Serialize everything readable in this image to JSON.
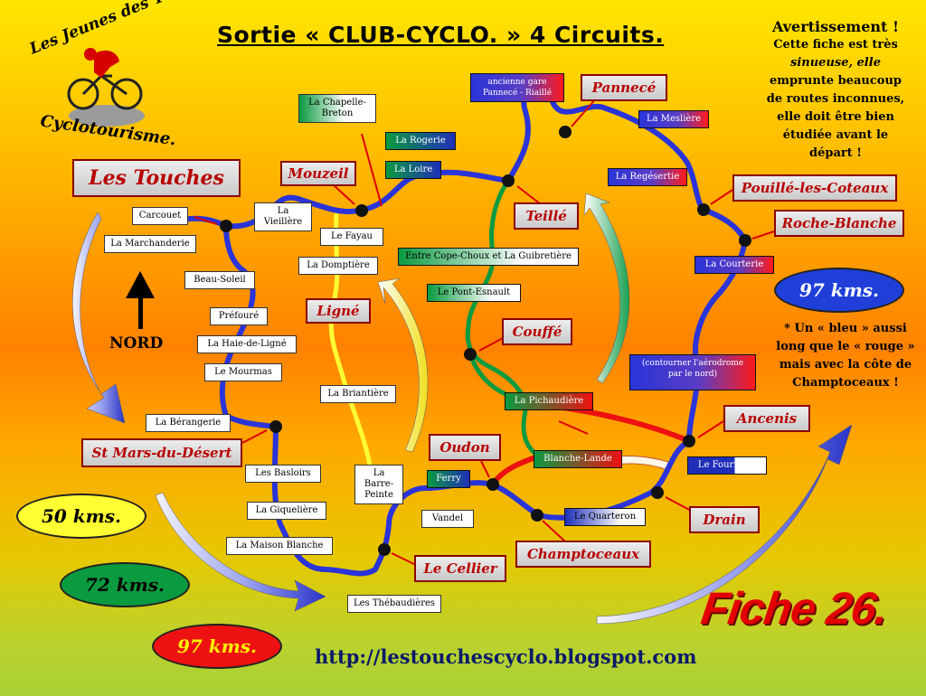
{
  "title": "Sortie « CLUB-CYCLO. » 4 Circuits.",
  "club_logo": {
    "line1": "Les Jeunes des Touches.",
    "line2": "Cyclotourisme."
  },
  "warning": {
    "heading": "Avertissement !",
    "l1": "Cette fiche est très",
    "l2": "sinueuse, elle",
    "l3": "emprunte beaucoup",
    "l4": "de routes inconnues,",
    "l5": "elle doit être bien",
    "l6": "étudiée avant le",
    "l7": "départ !"
  },
  "blue_note": {
    "l1": "* Un « bleu » aussi",
    "l2": "long que le « rouge »",
    "l3": "mais avec la côte de",
    "l4": "Champtoceaux !"
  },
  "north_label": "NORD",
  "distances": {
    "yellow": "50 kms.",
    "green": "72 kms.",
    "red": "97 kms.",
    "blue": "97 kms."
  },
  "fiche": "Fiche 26.",
  "url": "http://lestouchescyclo.blogspot.com",
  "towns": {
    "les_touches": "Les Touches",
    "mouzeil": "Mouzeil",
    "ligne": "Ligné",
    "pannece": "Pannecé",
    "teille": "Teillé",
    "pouille": "Pouillé-les-Coteaux",
    "roche_blanche": "Roche-Blanche",
    "couffe": "Couffé",
    "ancenis": "Ancenis",
    "oudon": "Oudon",
    "drain": "Drain",
    "champtoceaux": "Champtoceaux",
    "le_cellier": "Le Cellier",
    "st_mars": "St Mars-du-Désert"
  },
  "places": {
    "carcouet": "Carcouet",
    "la_marchanderie": "La Marchanderie",
    "beau_soleil": "Beau-Soleil",
    "prefoure": "Préfouré",
    "la_haie_de_ligne": "La Haie-de-Ligné",
    "le_mourmas": "Le Mourmas",
    "la_berangerie": "La Bérangerie",
    "les_basloirs": "Les Basloirs",
    "la_giqueliere": "La Giquelière",
    "la_maison_blanche": "La Maison Blanche",
    "les_thebaudieres": "Les Thébaudières",
    "vandel": "Vandel",
    "la_barre_peinte": "La Barre-Peinte",
    "la_briantiere": "La Briantière",
    "la_domptiere": "La Domptière",
    "le_fayau": "Le Fayau",
    "la_vieillere": "La Vieillère",
    "la_chapelle_breton": "La Chapelle-Breton",
    "la_rogerie": "La Rogerie",
    "la_loire": "La Loire",
    "ancienne_gare": "ancienne gare Pannecé - Riaillé",
    "la_mesliere": "La Meslière",
    "la_regesertie": "La Regésertie",
    "la_courterie": "La Courterie",
    "contourner": "(contourner l'aérodrome par le nord)",
    "le_fourneau": "Le Fourneau",
    "le_quarteron": "Le Quarteron",
    "blanche_lande": "Blanche-Lande",
    "la_pichaudiere": "La Pichaudière",
    "le_pont_esnault": "Le Pont-Esnault",
    "entre_cope_choux": "Entre Cope-Choux et La Guibretière",
    "ferry": "Ferry"
  },
  "colors": {
    "blue_route": "#2a34d8",
    "green_route": "#0a9a40",
    "yellow_route": "#ffff33",
    "red_route": "#ee1111",
    "town_text": "#b80000"
  }
}
